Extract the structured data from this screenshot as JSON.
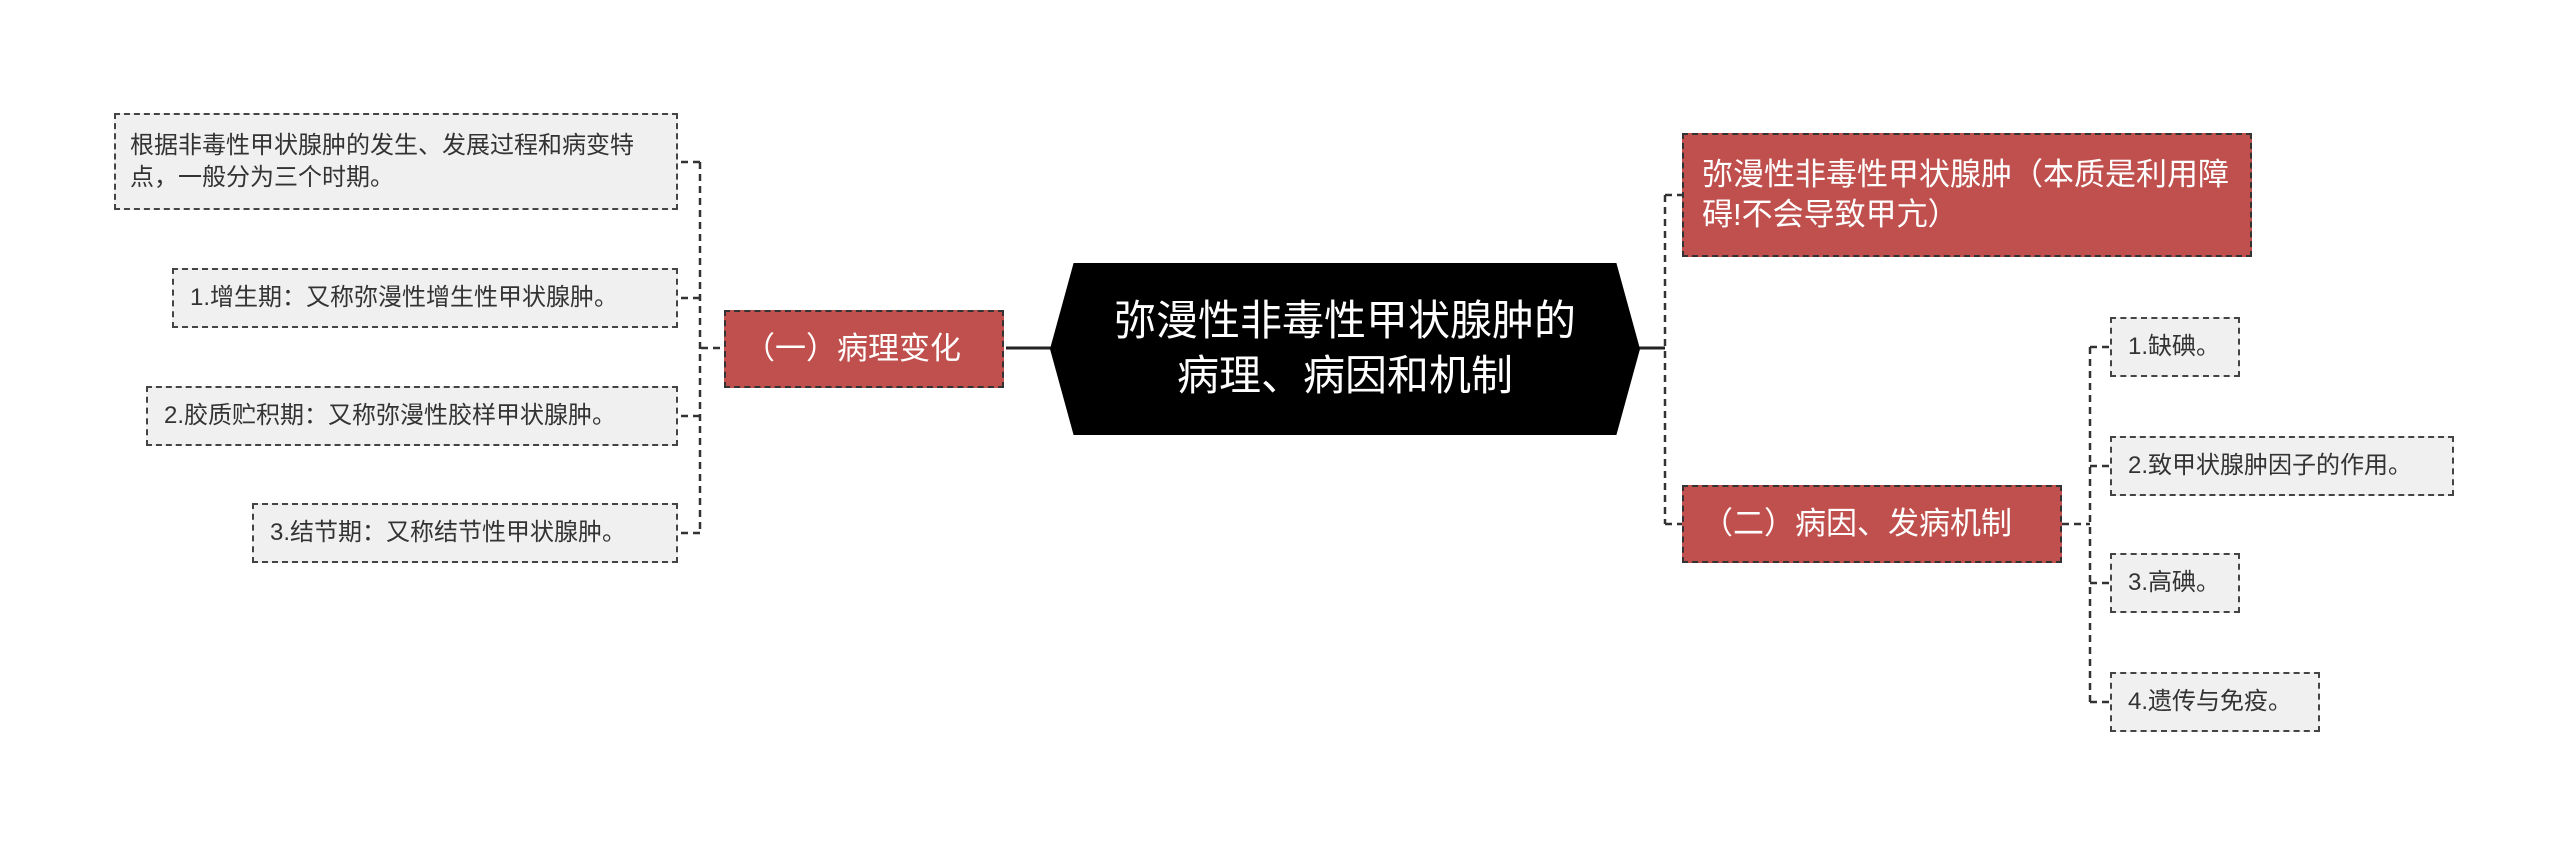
{
  "center": {
    "line1": "弥漫性非毒性甲状腺肿的",
    "line2": "病理、病因和机制"
  },
  "left_branch": {
    "label": "（一）病理变化",
    "children": [
      "根据非毒性甲状腺肿的发生、发展过程和病变特点，一般分为三个时期。",
      "1.增生期：又称弥漫性增生性甲状腺肿。",
      "2.胶质贮积期：又称弥漫性胶样甲状腺肿。",
      "3.结节期：又称结节性甲状腺肿。"
    ]
  },
  "right_top": {
    "label": "弥漫性非毒性甲状腺肿（本质是利用障碍!不会导致甲亢）"
  },
  "right_branch": {
    "label": "（二）病因、发病机制",
    "children": [
      "1.缺碘。",
      "2.致甲状腺肿因子的作用。",
      "3.高碘。",
      "4.遗传与免疫。"
    ]
  },
  "colors": {
    "center_bg": "#000000",
    "branch_bg": "#c0504d",
    "leaf_bg": "#f0f0f0",
    "connector": "#333333"
  }
}
